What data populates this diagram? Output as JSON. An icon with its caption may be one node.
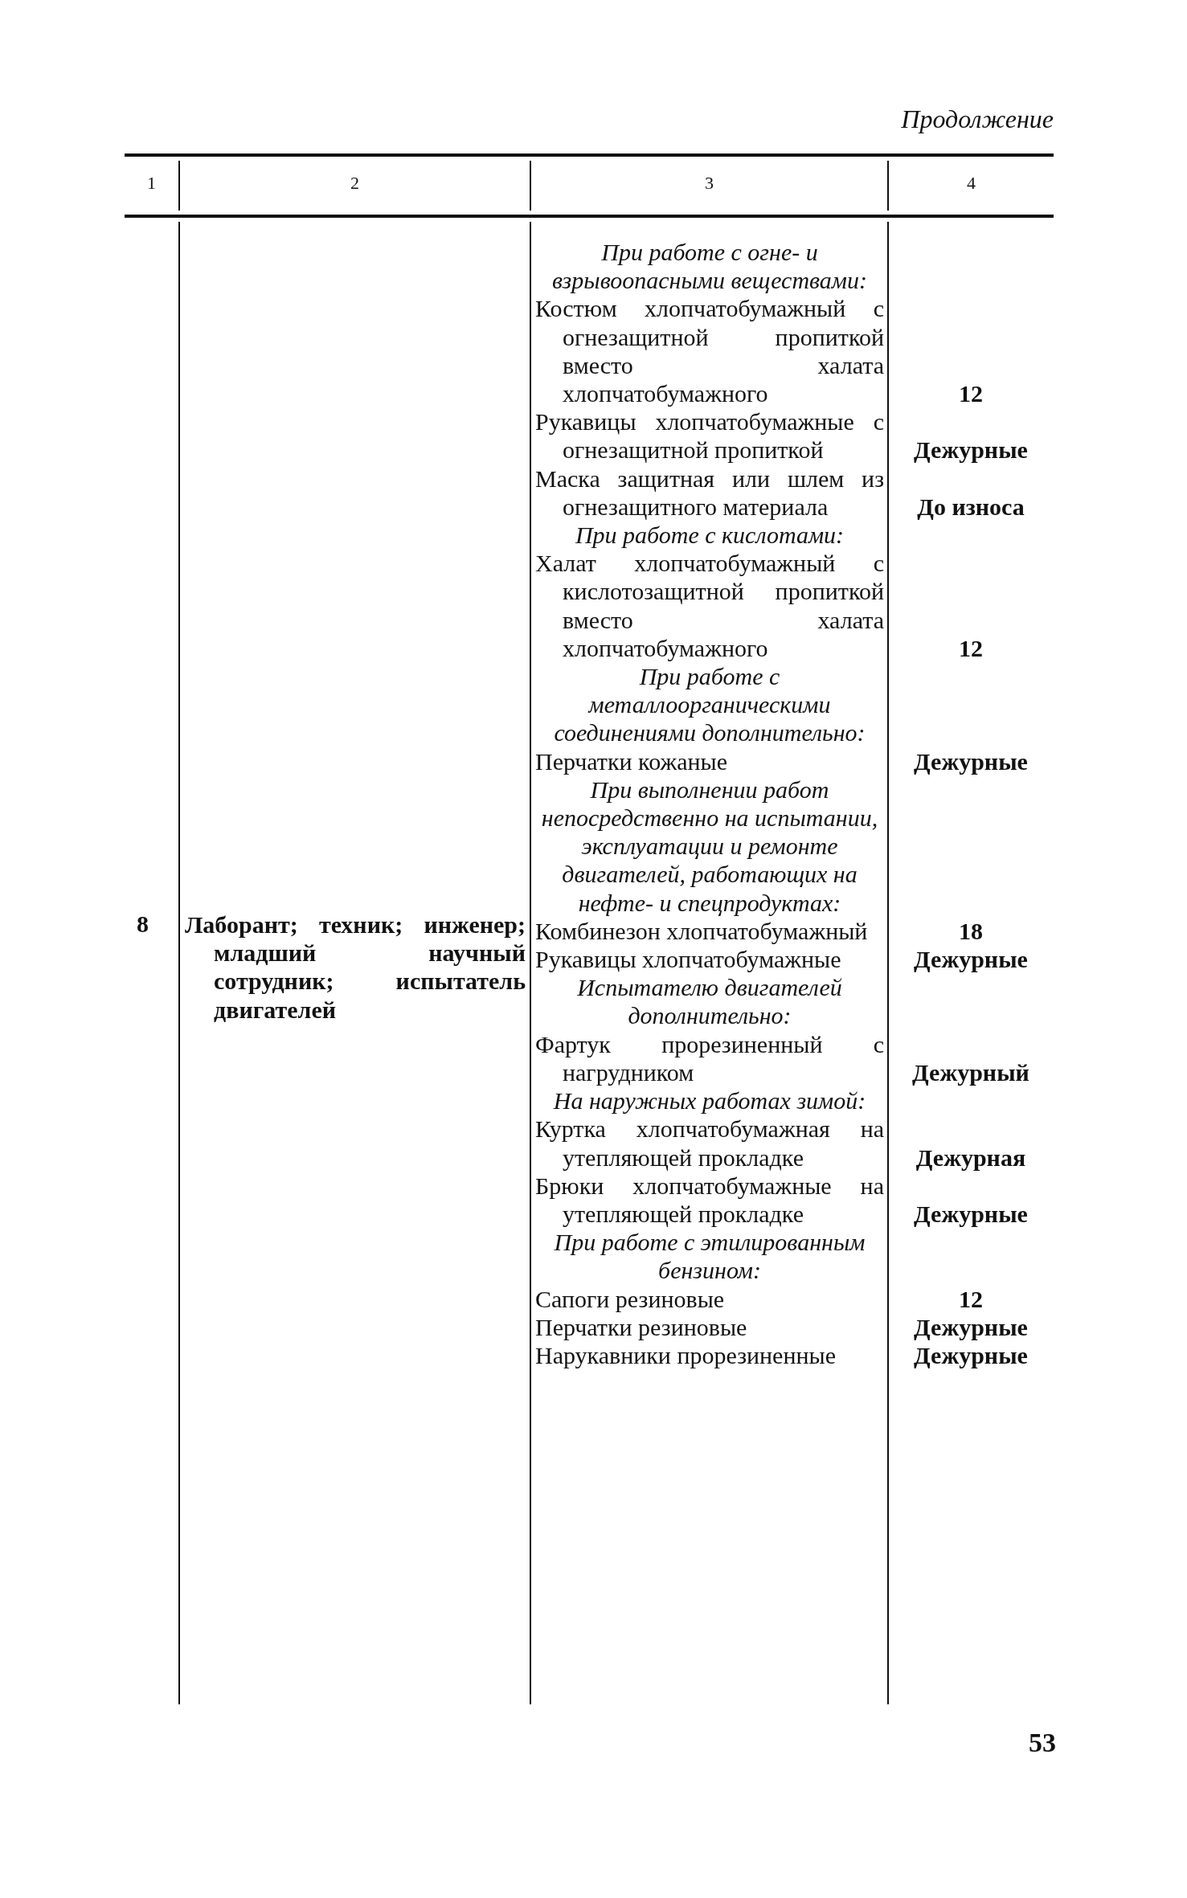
{
  "diagram": {
    "labels": [
      "Продолжение",
      "1",
      "2",
      "3",
      "4",
      "8",
      "Лаборант; техник; инженер; младший научный сотрудник; испытатель двигателей",
      "При работе с огне- и взрывоопасными веществами:",
      "Костюм хлопчатобумажный с огнезащитной пропиткой вместо халата хлопчатобумажного",
      "12",
      "Рукавицы хлопчатобумажные с огнезащитной пропиткой",
      "Дежурные",
      "Маска защитная или шлем из огнезащитного материала",
      "До износа",
      "При работе с кислотами:",
      "Халат хлопчатобумажный с кислотозащитной пропиткой вместо халата хлопчатобумажного",
      "12",
      "При работе с металлоорганическими соединениями дополнительно:",
      "Перчатки кожаные",
      "Дежурные",
      "При выполнении работ непосредственно на испытании, эксплуатации и ремонте двигателей, работающих на нефте- и спецпродуктах:",
      "Комбинезон хлопчатобумажный",
      "18",
      "Рукавицы хлопчатобумажные",
      "Дежурные",
      "Испытателю двигателей дополнительно:",
      "Фартук прорезиненный с нагрудником",
      "Дежурный",
      "На наружных работах зимой:",
      "Куртка хлопчатобумажная на утепляющей прокладке",
      "Дежурная",
      "Брюки хлопчатобумажные на утепляющей прокладке",
      "Дежурные",
      "При работе с этилированным бензином:",
      "Сапоги резиновые",
      "12",
      "Перчатки резиновые",
      "Дежурные",
      "Нарукавники прорезиненные",
      "Дежурные",
      "53"
    ]
  }
}
